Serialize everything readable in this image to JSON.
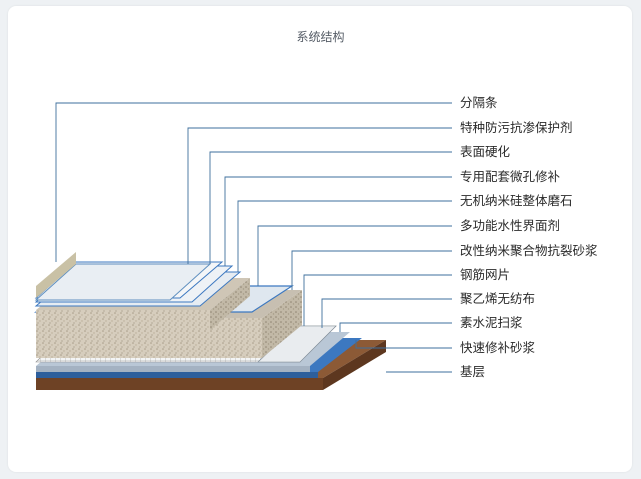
{
  "title": "系统结构",
  "colors": {
    "leader_line": "#3e6f9c",
    "base_soil": "#7a4a2c",
    "concrete": "#cfc6b6",
    "blue_coat": "#3c78c0",
    "light_coat": "#dfe7ef"
  },
  "layers": [
    {
      "id": "divider-strip",
      "label": "分隔条"
    },
    {
      "id": "special-antifouling",
      "label": "特种防污抗渗保护剂"
    },
    {
      "id": "surface-hardening",
      "label": "表面硬化"
    },
    {
      "id": "micropore-repair",
      "label": "专用配套微孔修补"
    },
    {
      "id": "inorganic-nano-silicon",
      "label": "无机纳米硅整体磨石"
    },
    {
      "id": "multifunctional-water",
      "label": "多功能水性界面剂"
    },
    {
      "id": "modified-nano-polymer",
      "label": "改性纳米聚合物抗裂砂浆"
    },
    {
      "id": "steel-mesh",
      "label": "钢筋网片"
    },
    {
      "id": "pe-nonwoven",
      "label": "聚乙烯无纺布"
    },
    {
      "id": "cement-slurry",
      "label": "素水泥扫浆"
    },
    {
      "id": "quick-repair-mortar",
      "label": "快速修补砂浆"
    },
    {
      "id": "base-layer",
      "label": "基层"
    }
  ]
}
